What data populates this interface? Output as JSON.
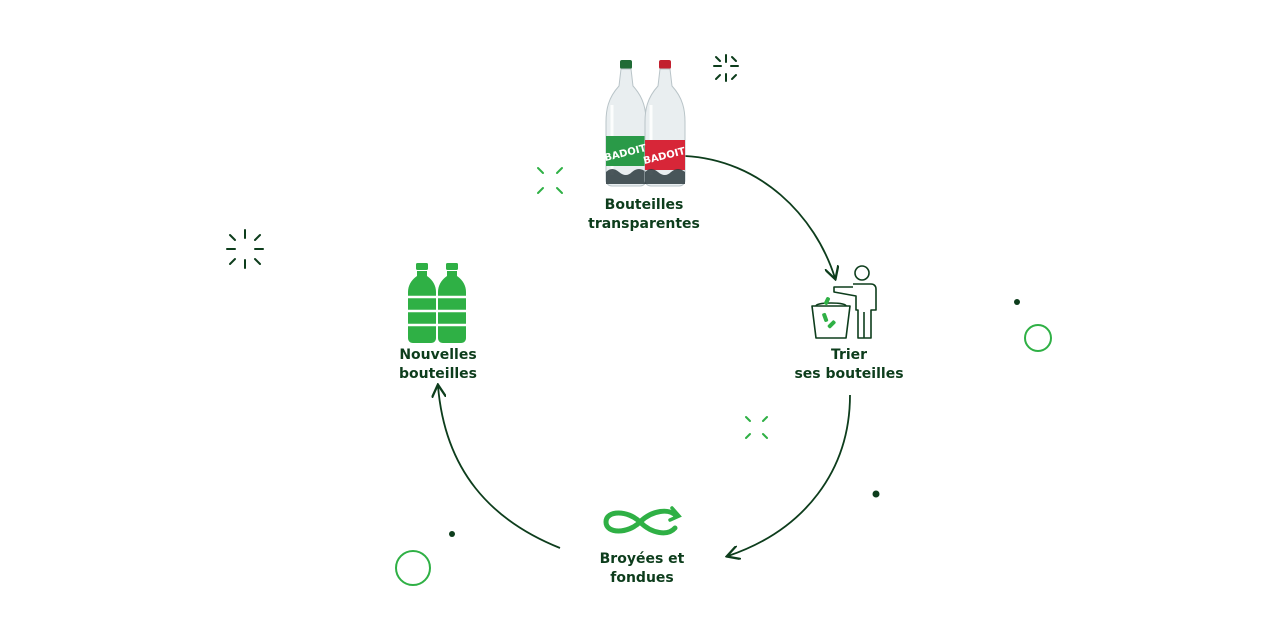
{
  "colors": {
    "dark_green": "#0d3d1c",
    "bright_green": "#2fb045",
    "red_label": "#d72638",
    "bottle_glass": "#e9eef0"
  },
  "steps": [
    {
      "id": "bottles",
      "line1": "Bouteilles",
      "line2": "transparentes",
      "icon": "glass-bottles-icon",
      "brand": "BADOIT"
    },
    {
      "id": "sort",
      "line1": "Trier",
      "line2": "ses bouteilles",
      "icon": "recycle-bin-person-icon"
    },
    {
      "id": "crush",
      "line1": "Broyées et",
      "line2": "fondues",
      "icon": "infinity-loop-icon"
    },
    {
      "id": "new",
      "line1": "Nouvelles",
      "line2": "bouteilles",
      "icon": "green-bottles-icon"
    }
  ]
}
